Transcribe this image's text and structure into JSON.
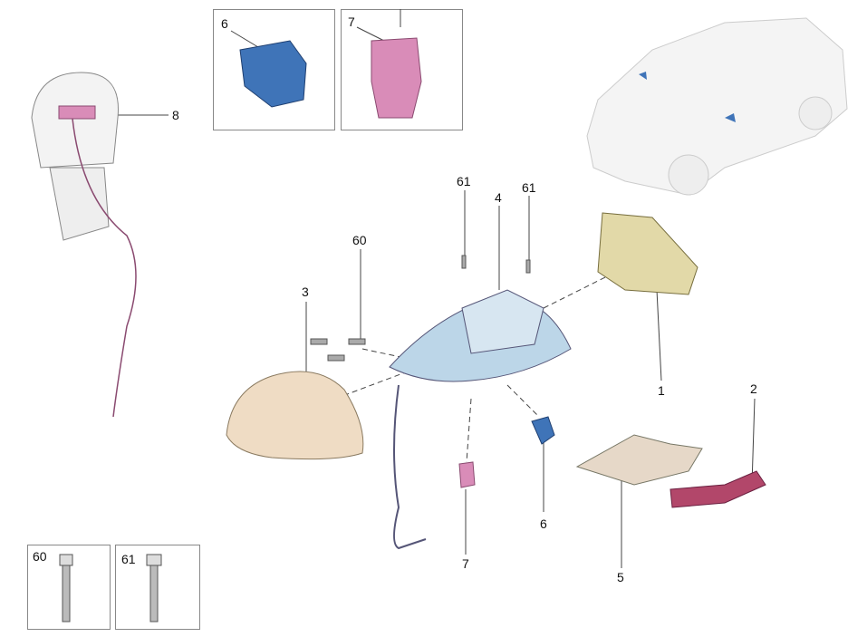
{
  "callouts": {
    "inset_camera_blue": "6",
    "inset_camera_pink": "7",
    "headrest_module": "8",
    "screw_left": "61",
    "mirror_base": "4",
    "screw_right": "61",
    "bolt": "60",
    "mirror_cap": "3",
    "mirror_glass": "1",
    "indicator": "2",
    "camera_blue": "6",
    "camera_pink": "7",
    "lower_cover": "5",
    "inset_bolt": "60",
    "inset_screw": "61"
  },
  "colors": {
    "blue_part": "#3f74b8",
    "pink_part": "#d98cb8",
    "cap": "#efdcc4",
    "glass_frame": "#e2d9a8",
    "housing": "#bcd6e8",
    "indicator": "#b2476a",
    "outline": "#555555"
  }
}
